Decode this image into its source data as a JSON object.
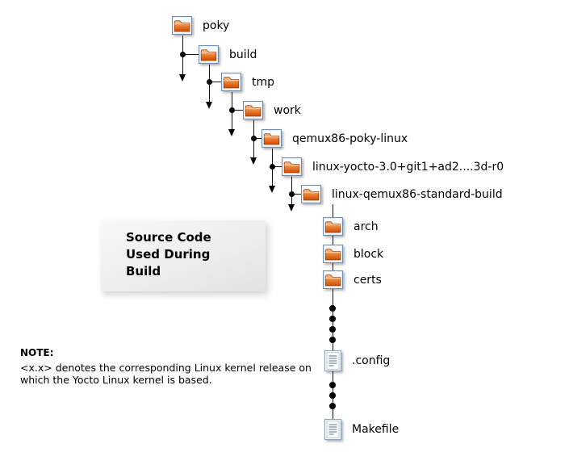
{
  "diagram": {
    "nodes": [
      {
        "label": "poky",
        "icon": "folder"
      },
      {
        "label": "build",
        "icon": "folder"
      },
      {
        "label": "tmp",
        "icon": "folder"
      },
      {
        "label": "work",
        "icon": "folder"
      },
      {
        "label": "qemux86-poky-linux",
        "icon": "folder"
      },
      {
        "label": "linux-yocto-3.0+git1+ad2....3d-r0",
        "icon": "folder"
      },
      {
        "label": "linux-qemux86-standard-build",
        "icon": "folder"
      },
      {
        "label": "arch",
        "icon": "folder"
      },
      {
        "label": "block",
        "icon": "folder"
      },
      {
        "label": "certs",
        "icon": "folder"
      },
      {
        "label": ".config",
        "icon": "file"
      },
      {
        "label": "Makefile",
        "icon": "file"
      }
    ],
    "callout": {
      "lines": [
        "Source Code",
        "Used During",
        "Build"
      ]
    },
    "note": {
      "title": "NOTE:",
      "line1": "<x.x> denotes the corresponding Linux kernel release on",
      "line2": "which the Yocto Linux kernel is based."
    }
  }
}
